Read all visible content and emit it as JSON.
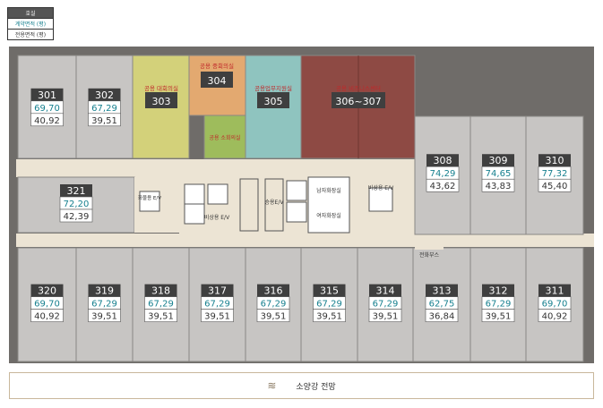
{
  "legend": {
    "title": "호실",
    "contract_area": "계약면적 (평)",
    "exclusive_area": "전용면적 (평)"
  },
  "colors": {
    "room_fill": "#c7c5c3",
    "room_stroke": "#8a8784",
    "wall": "#6f6c69",
    "corridor": "#ece4d4",
    "label_bg": "#3f3f3f",
    "contract_text": "#17808f",
    "meeting_yellow": "#d3d17a",
    "meeting_orange": "#e3a970",
    "meeting_green": "#9ebc5c",
    "support_teal": "#8fc4bf",
    "business_red": "#8e4a44",
    "view_border": "#c9b79b"
  },
  "units": [
    {
      "no": "301",
      "contract": "69,70",
      "exclusive": "40,92"
    },
    {
      "no": "302",
      "contract": "67,29",
      "exclusive": "39,51"
    },
    {
      "no": "308",
      "contract": "74,29",
      "exclusive": "43,62"
    },
    {
      "no": "309",
      "contract": "74,65",
      "exclusive": "43,83"
    },
    {
      "no": "310",
      "contract": "77,32",
      "exclusive": "45,40"
    },
    {
      "no": "321",
      "contract": "72,20",
      "exclusive": "42,39"
    },
    {
      "no": "320",
      "contract": "69,70",
      "exclusive": "40,92"
    },
    {
      "no": "319",
      "contract": "67,29",
      "exclusive": "39,51"
    },
    {
      "no": "318",
      "contract": "67,29",
      "exclusive": "39,51"
    },
    {
      "no": "317",
      "contract": "67,29",
      "exclusive": "39,51"
    },
    {
      "no": "316",
      "contract": "67,29",
      "exclusive": "39,51"
    },
    {
      "no": "315",
      "contract": "67,29",
      "exclusive": "39,51"
    },
    {
      "no": "314",
      "contract": "67,29",
      "exclusive": "39,51"
    },
    {
      "no": "313",
      "contract": "62,75",
      "exclusive": "36,84"
    },
    {
      "no": "312",
      "contract": "67,29",
      "exclusive": "39,51"
    },
    {
      "no": "311",
      "contract": "69,70",
      "exclusive": "40,92"
    }
  ],
  "shared_rooms": [
    {
      "label": "공용 대회의실",
      "no": "303"
    },
    {
      "label": "공용 중회의실",
      "no": "304"
    },
    {
      "label": "공용업무지원실",
      "no": "305"
    },
    {
      "label": "공용 비즈니스센터",
      "no": "306~307"
    },
    {
      "label": "공용 소회의실",
      "no": ""
    }
  ],
  "facilities": [
    "화물용 E/V",
    "비상용 E/V",
    "승용E/V",
    "비상용 E/V",
    "남자화장실",
    "여자화장실",
    "전화부스"
  ],
  "view_label": "소양강 전망"
}
